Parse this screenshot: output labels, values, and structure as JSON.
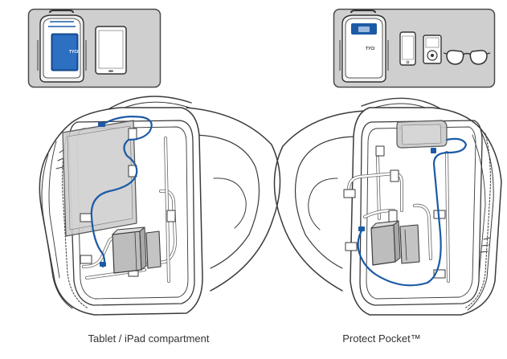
{
  "panels": [
    {
      "caption": "Tablet / iPad compartment",
      "inset_icons": [
        "backpack-icon",
        "tablet-icon"
      ],
      "brand_text": "TYCI"
    },
    {
      "caption": "Protect Pocket™",
      "inset_icons": [
        "backpack-icon",
        "smartphone-icon",
        "music-player-icon",
        "glasses-icon"
      ],
      "brand_text": "TYCI"
    }
  ],
  "colors": {
    "inset_background": "#cfcfcf",
    "inset_border": "#4a4a4a",
    "cable_blue": "#1c5aa6",
    "outline": "#3a3a3a",
    "device_fill": "#c9c9c9"
  }
}
